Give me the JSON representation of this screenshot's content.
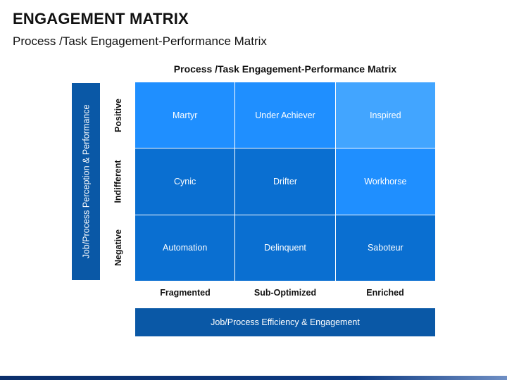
{
  "header": {
    "title": "ENGAGEMENT MATRIX",
    "subtitle": "Process /Task Engagement-Performance Matrix"
  },
  "matrix": {
    "title": "Process /Task Engagement-Performance Matrix",
    "y_axis_label": "Job/Process Perception & Performance",
    "x_axis_label": "Job/Process Efficiency & Engagement",
    "rows": [
      {
        "label": "Positive",
        "cells": [
          "Martyr",
          "Under Achiever",
          "Inspired"
        ]
      },
      {
        "label": "Indifferent",
        "cells": [
          "Cynic",
          "Drifter",
          "Workhorse"
        ]
      },
      {
        "label": "Negative",
        "cells": [
          "Automation",
          "Delinquent",
          "Saboteur"
        ]
      }
    ],
    "columns": [
      "Fragmented",
      "Sub-Optimized",
      "Enriched"
    ],
    "cell_colors": [
      [
        "#1f8fff",
        "#1f8fff",
        "#42a5ff"
      ],
      [
        "#0a6fd1",
        "#0a6fd1",
        "#1f8fff"
      ],
      [
        "#0a6fd1",
        "#0a6fd1",
        "#0a6fd1"
      ]
    ],
    "axis_box_color": "#0a58a6"
  }
}
